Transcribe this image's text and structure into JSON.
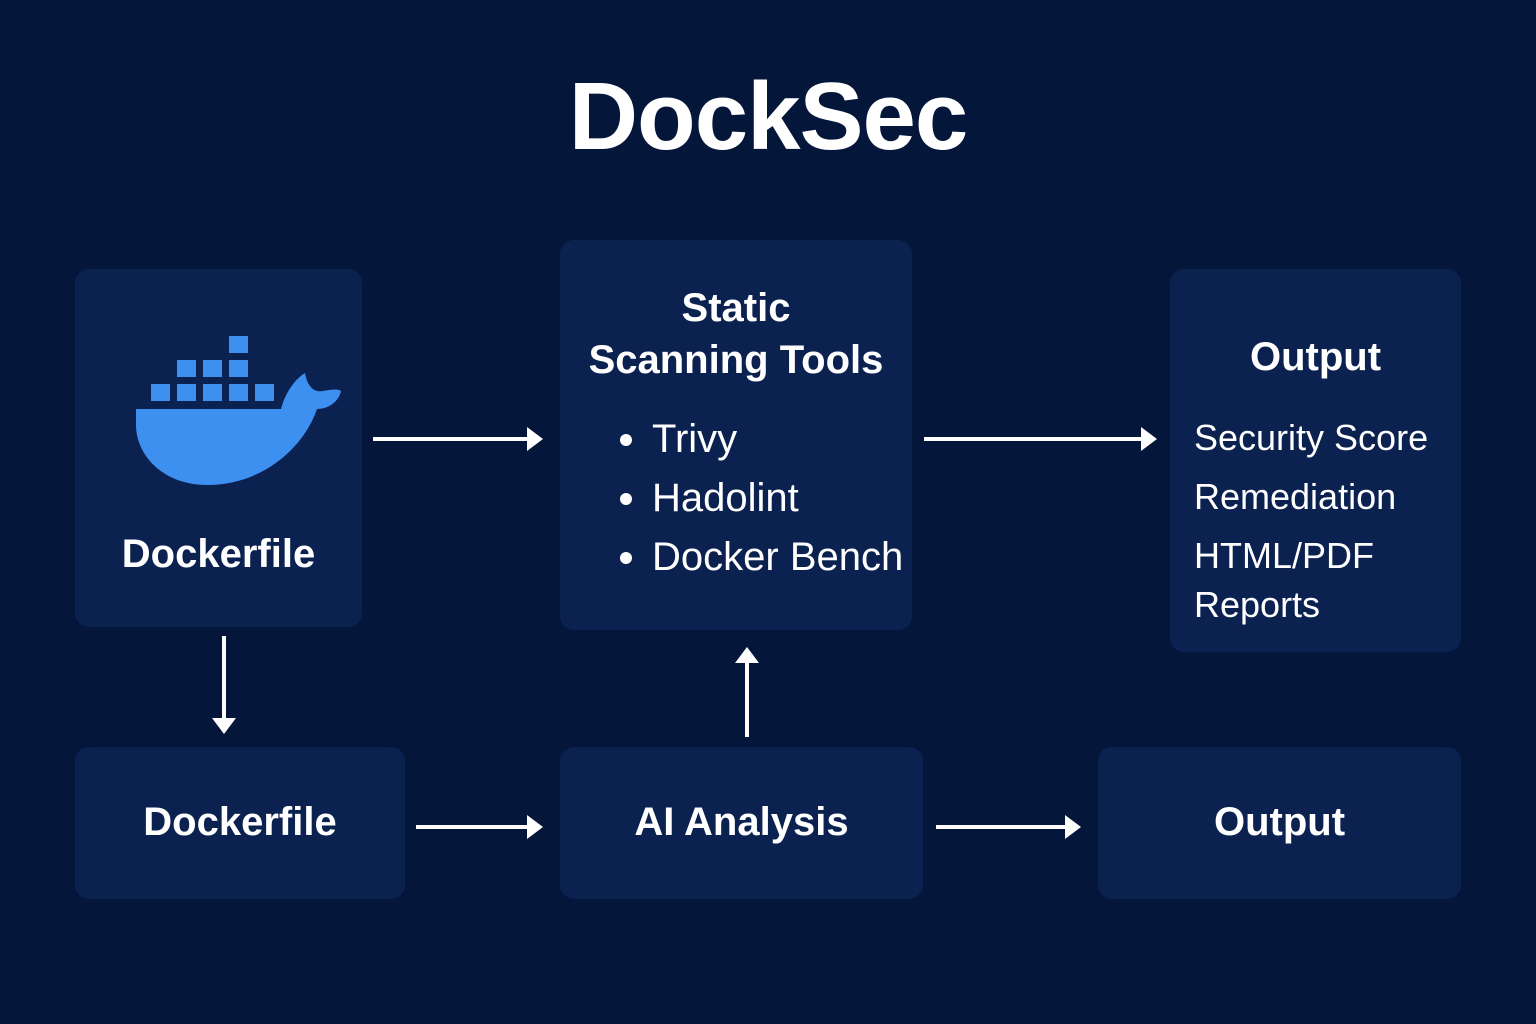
{
  "title": "DockSec",
  "colors": {
    "background": "#04163a",
    "box": "#0b2150",
    "text": "#ffffff",
    "docker_blue": "#3d8ff0"
  },
  "nodes": {
    "dockerfile_top": {
      "label": "Dockerfile",
      "icon": "docker-whale-icon"
    },
    "static_scanning": {
      "heading_line1": "Static",
      "heading_line2": "Scanning Tools",
      "tools": [
        "Trivy",
        "Hadolint",
        "Docker Bench"
      ]
    },
    "output_top": {
      "heading": "Output",
      "items": [
        "Security Score",
        "Remediation",
        "HTML/PDF Reports"
      ]
    },
    "dockerfile_bottom": {
      "label": "Dockerfile"
    },
    "ai_analysis": {
      "label": "AI Analysis"
    },
    "output_bottom": {
      "label": "Output"
    }
  },
  "edges": [
    {
      "from": "dockerfile_top",
      "to": "static_scanning",
      "direction": "right"
    },
    {
      "from": "static_scanning",
      "to": "output_top",
      "direction": "right"
    },
    {
      "from": "dockerfile_top",
      "to": "dockerfile_bottom",
      "direction": "down"
    },
    {
      "from": "dockerfile_bottom",
      "to": "ai_analysis",
      "direction": "right"
    },
    {
      "from": "ai_analysis",
      "to": "static_scanning",
      "direction": "up"
    },
    {
      "from": "ai_analysis",
      "to": "output_bottom",
      "direction": "right"
    }
  ]
}
